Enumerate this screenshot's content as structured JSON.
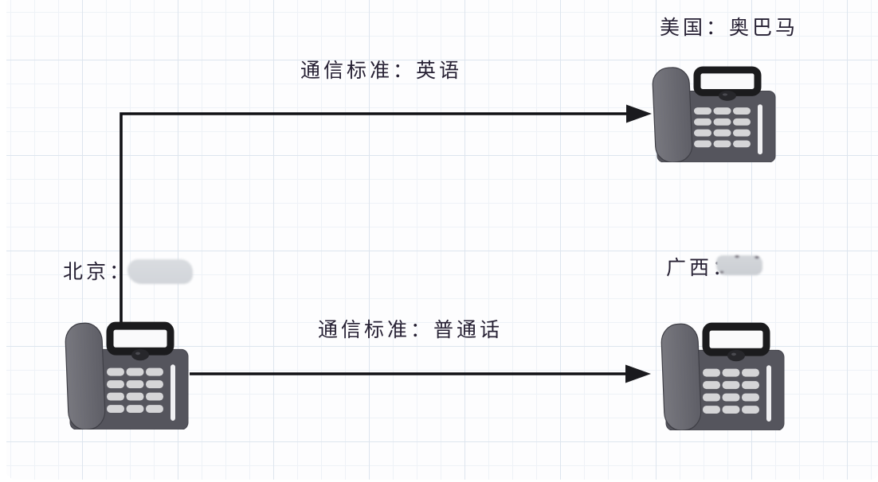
{
  "diagram": {
    "title_hint": "telephone-communication-standard-diagram",
    "nodes": [
      {
        "id": "usa",
        "label": "美国：奥巴马",
        "icon": "desk-phone-icon",
        "redacted": false
      },
      {
        "id": "beijing",
        "label": "北京：",
        "icon": "desk-phone-icon",
        "redacted": true
      },
      {
        "id": "guangxi",
        "label": "广西：",
        "icon": "desk-phone-icon",
        "redacted": true
      }
    ],
    "edges": [
      {
        "id": "beijing-usa",
        "from": "beijing",
        "to": "usa",
        "label": "通信标准：英语",
        "style": "elbow-arrow"
      },
      {
        "id": "beijing-guangxi",
        "from": "beijing",
        "to": "guangxi",
        "label": "通信标准：普通话",
        "style": "straight-arrow"
      }
    ]
  },
  "colors": {
    "canvas_bg": "#fdfdfe",
    "grid_minor": "#eef2f7",
    "grid_major": "#dde5ee",
    "label_text": "#262033",
    "connector": "#101014",
    "phone_body": "#55555d",
    "phone_handset": "#6e6e76",
    "phone_screen_frame": "#1b1b1d",
    "phone_screen": "#fafafb",
    "phone_keys": "#d5d5d7",
    "redaction_smudge": "#d6d9dd"
  }
}
